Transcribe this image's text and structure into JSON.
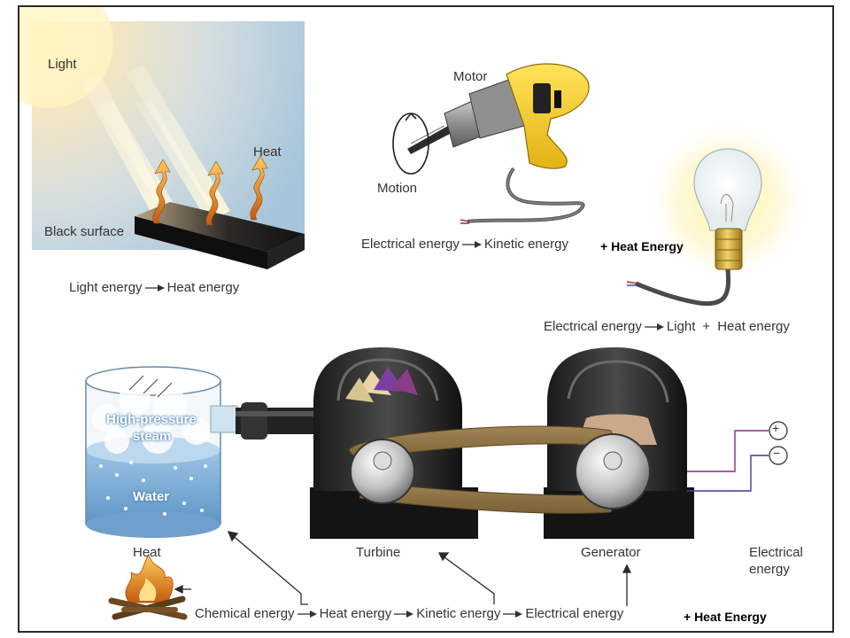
{
  "solar": {
    "light_label": "Light",
    "heat_label": "Heat",
    "surface_label": "Black surface",
    "equation": [
      "Light energy",
      "Heat energy"
    ]
  },
  "drill": {
    "motor_label": "Motor",
    "motion_label": "Motion",
    "equation": [
      "Electrical energy",
      "Kinetic energy"
    ],
    "extra": "+ Heat Energy"
  },
  "bulb": {
    "equation_a": "Electrical energy",
    "equation_b": "Light",
    "plus": "+",
    "equation_c": "Heat energy"
  },
  "power_plant": {
    "steam_label_1": "High-pressure",
    "steam_label_2": "steam",
    "water_label": "Water",
    "heat_label": "Heat",
    "turbine_label": "Turbine",
    "generator_label": "Generator",
    "electrical_label_1": "Electrical",
    "electrical_label_2": "energy",
    "plus_terminal": "+",
    "minus_terminal": "−",
    "chain": [
      "Chemical energy",
      "Heat energy",
      "Kinetic energy",
      "Electrical energy"
    ],
    "extra": "+ Heat Energy"
  }
}
